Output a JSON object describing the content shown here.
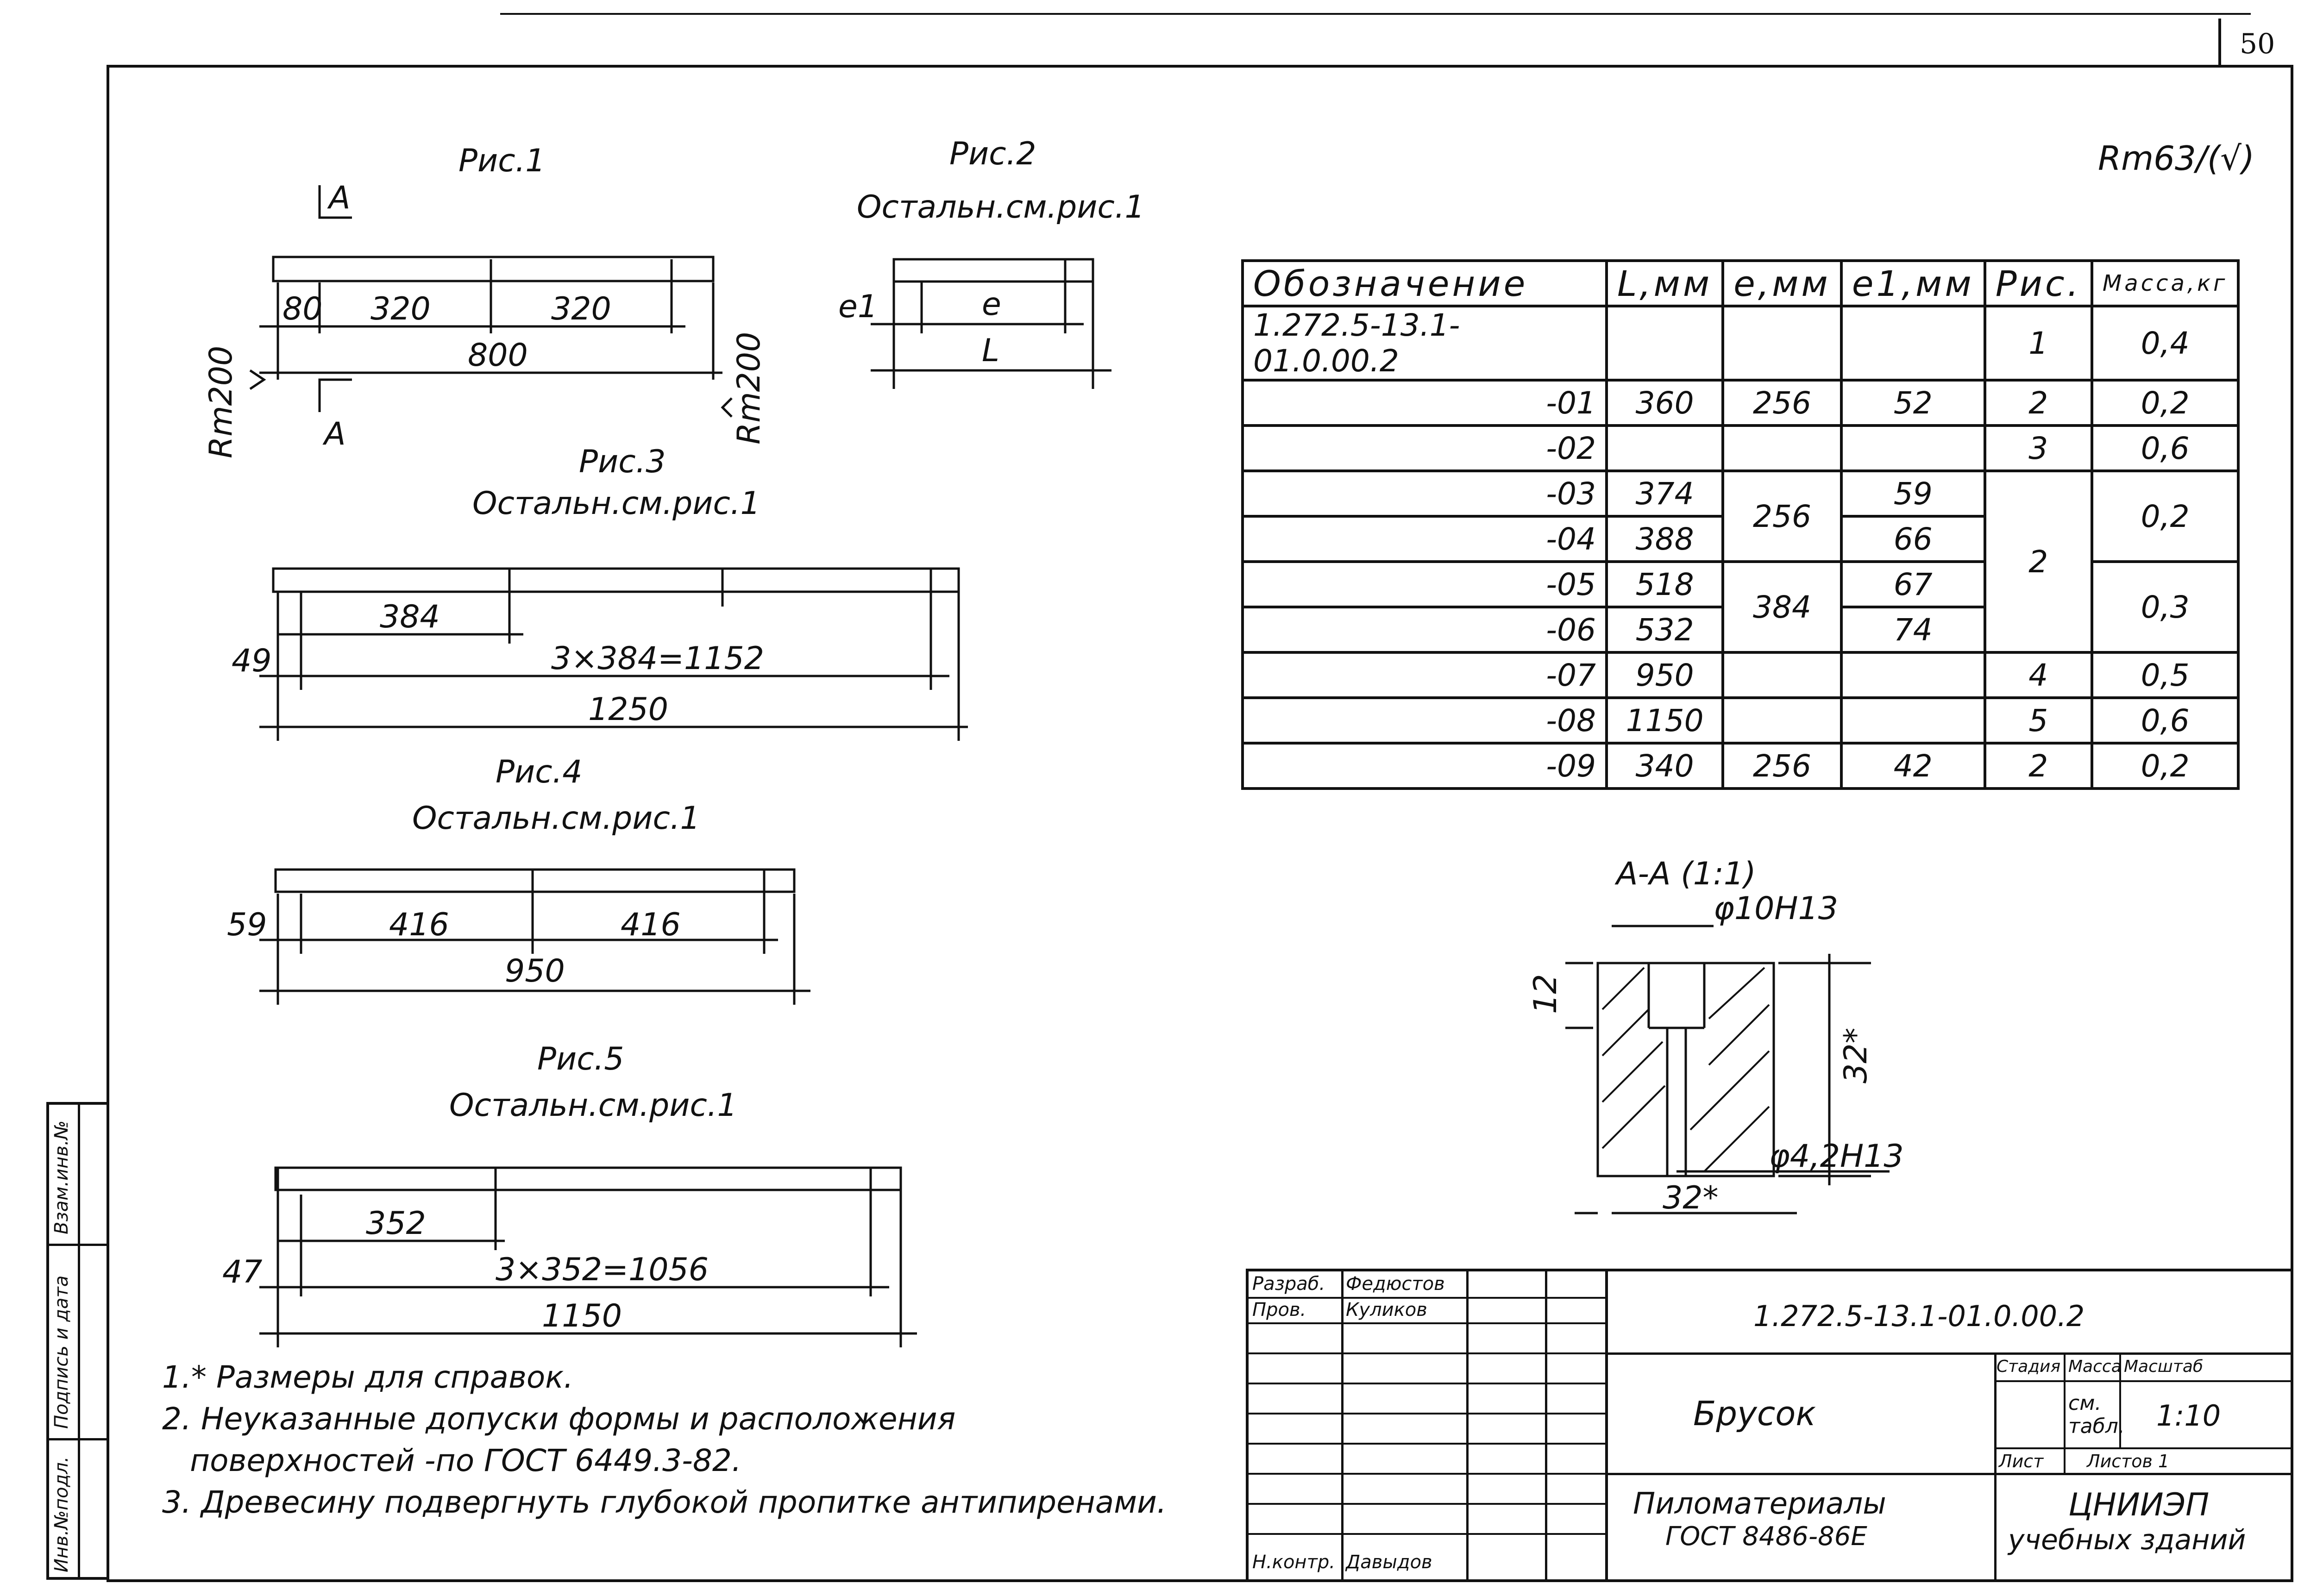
{
  "sheet": {
    "page_number": "50",
    "roughness_mark": "Rm63/(√)"
  },
  "figures": {
    "fig1": {
      "title": "Рис.1",
      "dims": [
        "80",
        "320",
        "320",
        "800"
      ],
      "section_letter": "А",
      "roughness_left": "Rm200",
      "roughness_right": "Rm200"
    },
    "fig2": {
      "title": "Рис.2",
      "subtitle": "Остальн.см.рис.1",
      "dims": [
        "e1",
        "e",
        "L"
      ]
    },
    "fig3": {
      "title": "Рис.3",
      "subtitle": "Остальн.см.рис.1",
      "dims": [
        "384",
        "49",
        "3×384=1152",
        "1250"
      ]
    },
    "fig4": {
      "title": "Рис.4",
      "subtitle": "Остальн.см.рис.1",
      "dims": [
        "59",
        "416",
        "416",
        "950"
      ]
    },
    "fig5": {
      "title": "Рис.5",
      "subtitle": "Остальн.см.рис.1",
      "dims": [
        "352",
        "47",
        "3×352=1056",
        "1150"
      ]
    },
    "section": {
      "title": "А-А (1:1)",
      "dims": [
        "φ10Н13",
        "12",
        "32*",
        "φ4,2Н13",
        "32*"
      ]
    }
  },
  "spec_table": {
    "headers": [
      "Обозначение",
      "L,мм",
      "e,мм",
      "e1,мм",
      "Рис.",
      "Масса,кг"
    ],
    "rows": [
      {
        "designation": "1.272.5-13.1-01.0.00.2",
        "L": "",
        "e": "",
        "e1": "",
        "fig": "1",
        "mass": "0,4"
      },
      {
        "designation": "-01",
        "L": "360",
        "e": "256",
        "e1": "52",
        "fig": "2",
        "mass": "0,2"
      },
      {
        "designation": "-02",
        "L": "",
        "e": "",
        "e1": "",
        "fig": "3",
        "mass": "0,6"
      },
      {
        "designation": "-03",
        "L": "374",
        "e1": "59"
      },
      {
        "designation": "-04",
        "L": "388",
        "e1": "66"
      },
      {
        "designation": "-05",
        "L": "518",
        "e1": "67"
      },
      {
        "designation": "-06",
        "L": "532",
        "e1": "74"
      },
      {
        "designation": "-07",
        "L": "950",
        "e": "",
        "e1": "",
        "fig": "4",
        "mass": "0,5"
      },
      {
        "designation": "-08",
        "L": "1150",
        "e": "",
        "e1": "",
        "fig": "5",
        "mass": "0,6"
      },
      {
        "designation": "-09",
        "L": "340",
        "e": "256",
        "e1": "42",
        "fig": "2",
        "mass": "0,2"
      }
    ],
    "merged": {
      "e_03_04": "256",
      "e_05_06": "384",
      "fig_03_06": "2",
      "mass_03_04": "0,2",
      "mass_05_06": "0,3"
    }
  },
  "notes": [
    "1.* Размеры для справок.",
    "2. Неуказанные допуски формы и расположения",
    "поверхностей -по ГОСТ 6449.3-82.",
    "3. Древесину подвергнуть глубокой пропитке антипиренами."
  ],
  "side_stamp": [
    "Инв.№подл.",
    "Подпись и дата",
    "Взам.инв.№"
  ],
  "title_block": {
    "roles": [
      {
        "role": "Разраб.",
        "name": "Федюстов"
      },
      {
        "role": "Пров.",
        "name": "Куликов"
      },
      {
        "role": "Н.контр.",
        "name": "Давыдов"
      }
    ],
    "doc_code": "1.272.5-13.1-01.0.00.2",
    "part_name": "Брусок",
    "material_1": "Пиломатериалы",
    "material_2": "ГОСТ 8486-86Е",
    "stage_label": "Стадия",
    "mass_label": "Масса",
    "scale_label": "Масштаб",
    "mass_value": "см. табл.",
    "scale_value": "1:10",
    "sheet_label": "Лист",
    "sheets_label": "Листов 1",
    "org_1": "ЦНИИЭП",
    "org_2": "учебных зданий"
  }
}
